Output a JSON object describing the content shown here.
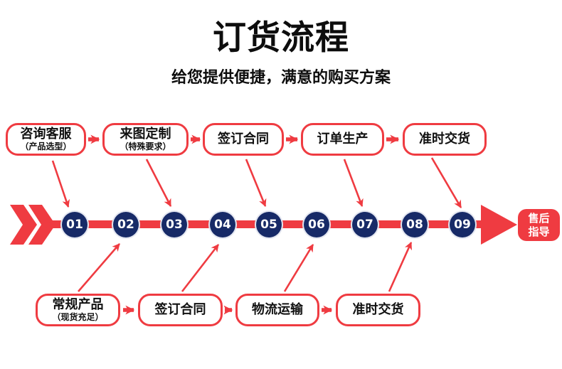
{
  "colors": {
    "red": "#ef3b41",
    "navy": "#172a67",
    "text": "#0d0d0d",
    "bg": "#ffffff"
  },
  "header": {
    "title": "订货流程",
    "subtitle": "给您提供便捷，满意的购买方案"
  },
  "top_flow": {
    "boxes": [
      {
        "label": "咨询客服",
        "sublabel": "（产品选型）"
      },
      {
        "label": "来图定制",
        "sublabel": "（特殊要求）"
      },
      {
        "label": "签订合同",
        "sublabel": ""
      },
      {
        "label": "订单生产",
        "sublabel": ""
      },
      {
        "label": "准时交货",
        "sublabel": ""
      }
    ]
  },
  "bottom_flow": {
    "boxes": [
      {
        "label": "常规产品",
        "sublabel": "（现货充足）"
      },
      {
        "label": "签订合同",
        "sublabel": ""
      },
      {
        "label": "物流运输",
        "sublabel": ""
      },
      {
        "label": "准时交货",
        "sublabel": ""
      }
    ]
  },
  "timeline": {
    "steps": [
      "01",
      "02",
      "03",
      "04",
      "05",
      "06",
      "07",
      "08",
      "09"
    ],
    "end_badge": {
      "line1": "售后",
      "line2": "指导"
    }
  },
  "icons": {
    "start": "double-chevron-icon",
    "end": "arrow-head-icon",
    "connector": "arrow-icon"
  }
}
